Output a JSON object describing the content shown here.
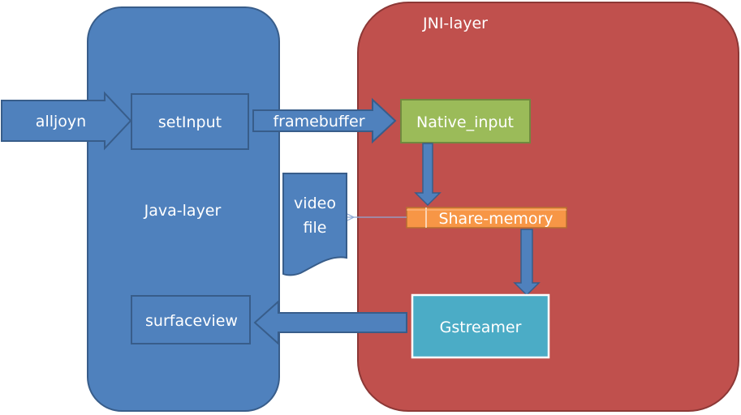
{
  "diagram": {
    "layers": {
      "java": {
        "label": "Java-layer",
        "color": "#4f81bd",
        "border": "#385d8a"
      },
      "jni": {
        "label": "JNI-layer",
        "color": "#c0504d",
        "border": "#8c3836"
      }
    },
    "nodes": {
      "alljoyn": {
        "label": "alljoyn",
        "color": "#4f81bd"
      },
      "setinput": {
        "label": "setInput",
        "color": "#4f81bd"
      },
      "framebuffer": {
        "label": "framebuffer",
        "color": "#4f81bd"
      },
      "native_input": {
        "label": "Native_input",
        "color": "#9bbb59",
        "border": "#71893f"
      },
      "share_memory": {
        "label": "Share-memory",
        "color": "#f79646",
        "border": "#b66d31"
      },
      "video_file": {
        "label_line1": "video",
        "label_line2": "file",
        "color": "#4f81bd"
      },
      "gstreamer": {
        "label": "Gstreamer",
        "color": "#4bacc6",
        "border": "#ffffff"
      },
      "surfaceview": {
        "label": "surfaceview",
        "color": "#4f81bd"
      }
    },
    "colors": {
      "arrow_fill": "#4f81bd",
      "arrow_stroke": "#385d8a",
      "thin_arrow": "#8eaad6"
    }
  }
}
